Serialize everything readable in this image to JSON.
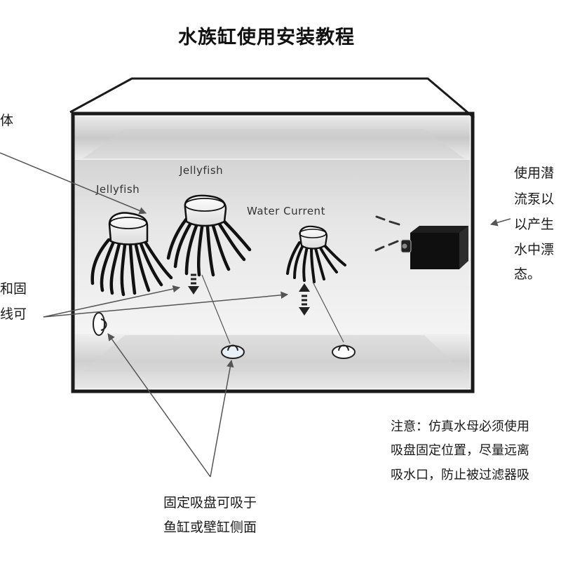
{
  "title": "水族缸使用安装教程",
  "labels": {
    "jellyfish_left": "Jellyfish",
    "jellyfish_center": "Jellyfish",
    "water_current": "Water Current"
  },
  "left_annotations": {
    "top": "体",
    "middle_line1": "和固",
    "middle_line2": "线可"
  },
  "right_annotation": {
    "lines": [
      "使用潜",
      "流泵以",
      "以产生",
      "水中漂",
      "态。"
    ]
  },
  "bottom_annotation": {
    "lines": [
      "固定吸盘可吸于",
      "鱼缸或壁缸侧面"
    ]
  },
  "note": {
    "lines": [
      "注意：仿真水母必须使用",
      "吸盘固定位置，尽量远离",
      "吸水口，防止被过滤器吸"
    ]
  }
}
